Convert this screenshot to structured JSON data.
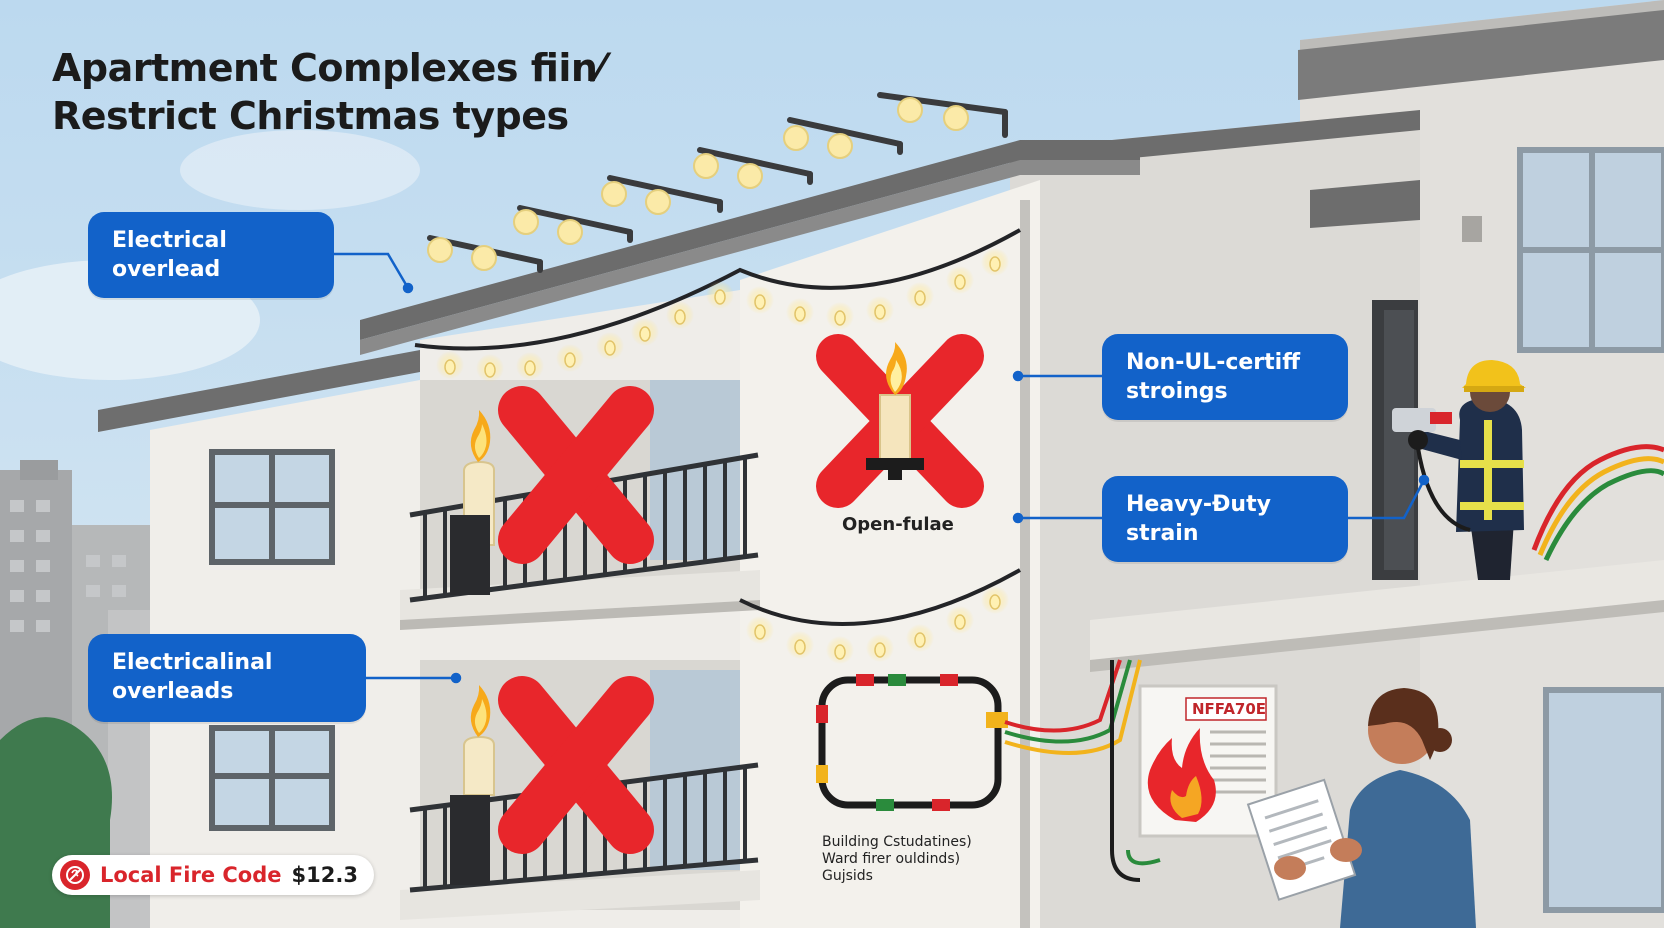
{
  "title": {
    "line1": "Apartment Complexes ﬁin⁄",
    "line2": "Restrict Christmas types"
  },
  "callouts": {
    "electrical_overload": {
      "line1": "Electrical",
      "line2": "overlead"
    },
    "electrical_overloads": {
      "line1": "Electricalinal",
      "line2": "overleads"
    },
    "non_ul": {
      "line1": "Non-UL-certiff",
      "line2": "stroings"
    },
    "heavy_duty": {
      "line1": "Heavy-Đuty",
      "line2": "strain"
    }
  },
  "captions": {
    "open_flame": "Open-fulae",
    "building_line1": "Building Cstudatines)",
    "building_line2": "Ward firer ouldinds)",
    "building_line3": "Gujsids"
  },
  "sign": {
    "code": "NFFA70E"
  },
  "badge": {
    "label": "Local Fire Code",
    "amount": "$12.3"
  },
  "colors": {
    "callout_blue": "#1262c9",
    "prohibited_red": "#e8262b",
    "sky": "#c7e0f2",
    "building": "#ecebe7",
    "accent_red": "#d9252b"
  },
  "icons": [
    "prohibited-x-icon",
    "candle-icon",
    "fire-icon",
    "fire-code-icon"
  ]
}
